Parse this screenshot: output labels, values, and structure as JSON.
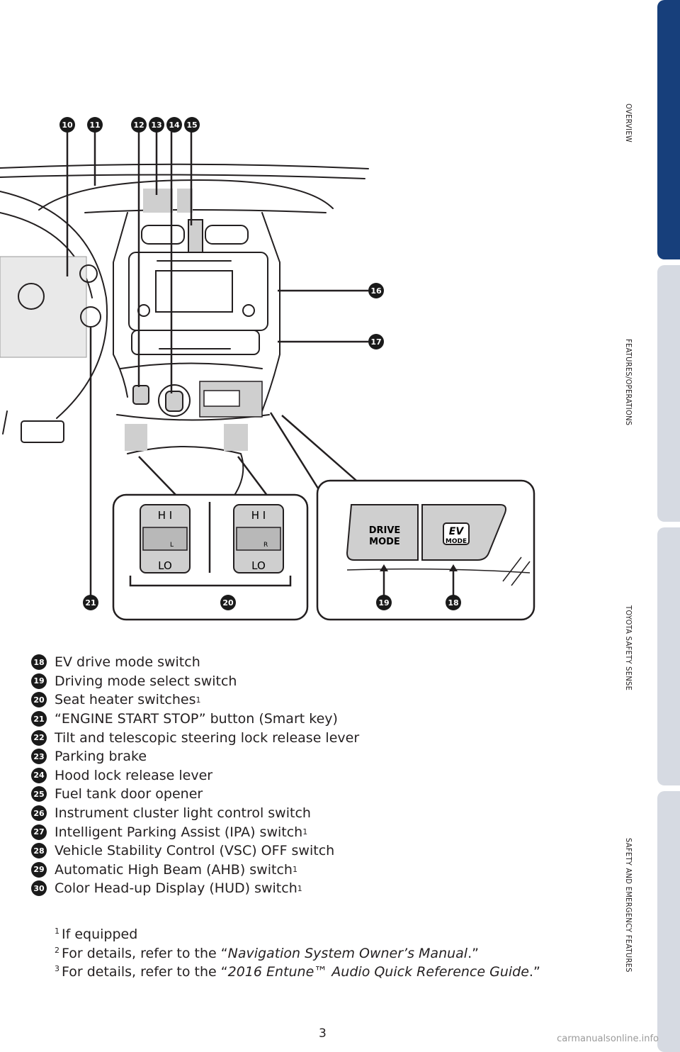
{
  "side_tabs": [
    {
      "label": "OVERVIEW",
      "active": true
    },
    {
      "label": "FEATURES/OPERATIONS",
      "active": false
    },
    {
      "label": "TOYOTA SAFETY SENSE",
      "active": false
    },
    {
      "label": "SAFETY AND EMERGENCY FEATURES",
      "active": false
    }
  ],
  "colors": {
    "active_tab": "#173f7b",
    "inactive_tab": "#d6dae2",
    "callout": "#1a1a1a",
    "switch_fill": "#cfcfcf"
  },
  "diagram": {
    "callouts": {
      "c10": "10",
      "c11": "11",
      "c12": "12",
      "c13": "13",
      "c14": "14",
      "c15": "15",
      "c16": "16",
      "c17": "17",
      "c18": "18",
      "c19": "19",
      "c20": "20",
      "c21": "21"
    },
    "seat_left": {
      "hi": "H I",
      "lo": "LO",
      "side": "L"
    },
    "seat_right": {
      "hi": "H I",
      "lo": "LO",
      "side": "R"
    },
    "drive_mode_line1": "DRIVE",
    "drive_mode_line2": "MODE",
    "ev_line1": "EV",
    "ev_line2": "MODE"
  },
  "legend": [
    {
      "num": "18",
      "text": "EV drive mode switch",
      "sup": ""
    },
    {
      "num": "19",
      "text": "Driving mode select switch",
      "sup": ""
    },
    {
      "num": "20",
      "text": "Seat heater switches",
      "sup": "1"
    },
    {
      "num": "21",
      "text": "“ENGINE START STOP” button (Smart key)",
      "sup": ""
    },
    {
      "num": "22",
      "text": "Tilt and telescopic steering lock release lever",
      "sup": ""
    },
    {
      "num": "23",
      "text": "Parking brake",
      "sup": ""
    },
    {
      "num": "24",
      "text": "Hood lock release lever",
      "sup": ""
    },
    {
      "num": "25",
      "text": "Fuel tank door opener",
      "sup": ""
    },
    {
      "num": "26",
      "text": "Instrument cluster light control switch",
      "sup": ""
    },
    {
      "num": "27",
      "text": "Intelligent Parking Assist (IPA) switch",
      "sup": "1"
    },
    {
      "num": "28",
      "text": "Vehicle Stability Control (VSC) OFF switch",
      "sup": ""
    },
    {
      "num": "29",
      "text": "Automatic High Beam (AHB) switch",
      "sup": "1"
    },
    {
      "num": "30",
      "text": "Color Head-up Display (HUD) switch",
      "sup": "1"
    }
  ],
  "notes": [
    {
      "sup": "1",
      "text": "If equipped"
    },
    {
      "sup": "2",
      "pre": "For details, refer to the “",
      "italic": "Navigation System Owner’s Manual",
      "post": ".”"
    },
    {
      "sup": "3",
      "pre": "For details, refer to the “",
      "italic": "2016 Entune™ Audio Quick Reference Guide",
      "post": ".”"
    }
  ],
  "page_number": "3",
  "watermark": "carmanualsonline.info"
}
